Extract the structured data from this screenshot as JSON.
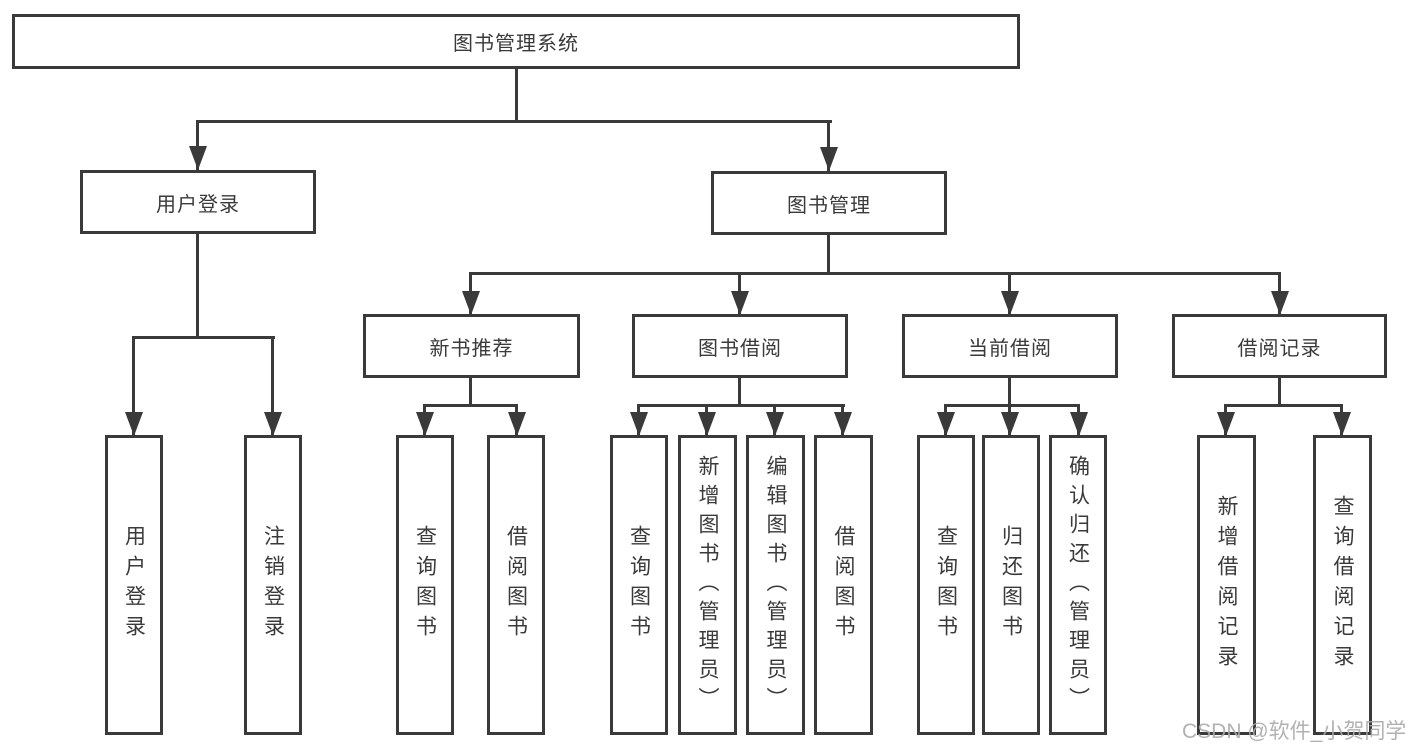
{
  "diagram": {
    "root": {
      "label": "图书管理系统"
    },
    "level2": [
      {
        "label": "用户登录"
      },
      {
        "label": "图书管理"
      }
    ],
    "level3": [
      {
        "label": "新书推荐"
      },
      {
        "label": "图书借阅"
      },
      {
        "label": "当前借阅"
      },
      {
        "label": "借阅记录"
      }
    ],
    "leaves": {
      "user_login": [
        "用户登录",
        "注销登录"
      ],
      "new_book": [
        "查询图书",
        "借阅图书"
      ],
      "book_borrow": [
        "查询图书",
        "新增图书（管理员）",
        "编辑图书（管理员）",
        "借阅图书"
      ],
      "current_borrow": [
        "查询图书",
        "归还图书",
        "确认归还（管理员）"
      ],
      "borrow_record": [
        "新增借阅记录",
        "查询借阅记录"
      ]
    }
  },
  "watermark": {
    "text": "CSDN @软件_小贺同学"
  },
  "colors": {
    "line": "#3a3a3a",
    "text": "#3a3a3a",
    "background": "#ffffff",
    "watermark": "#aaaaaa"
  }
}
